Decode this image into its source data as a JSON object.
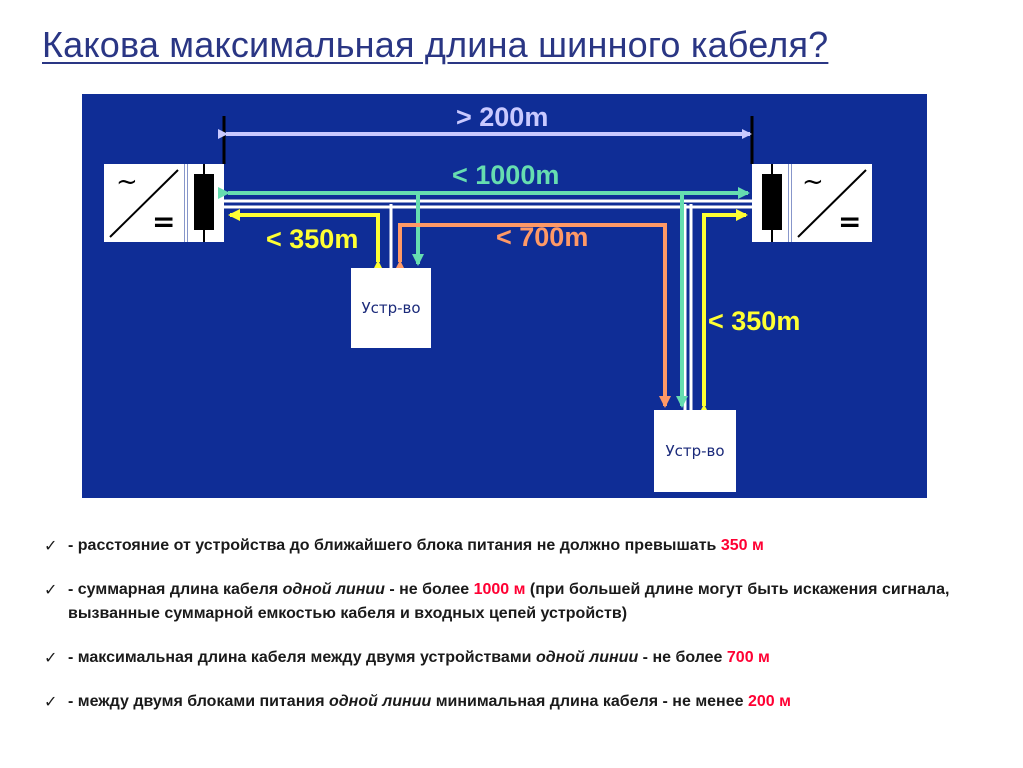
{
  "title": "Какова максимальная длина шинного кабеля?",
  "diagram": {
    "labels": {
      "psu_distance": "> 200m",
      "line_length": "< 1000m",
      "device_to_psu_left": "< 350m",
      "device_to_device": "< 700m",
      "device_to_psu_right": "< 350m"
    },
    "devices": [
      "Устр-во",
      "Устр-во"
    ],
    "psu_symbols": {
      "ac": "~",
      "dc": "="
    },
    "colors": {
      "background": "#0f2d96",
      "psu_bracket": "#c9c9ff",
      "line_bus": "#66ddb0",
      "device_psu": "#ffff33",
      "device_device": "#ff9966"
    }
  },
  "bullets": [
    {
      "check": "✓",
      "parts": [
        {
          "text": " - расстояние от устройства до ближайшего блока питания не должно превышать "
        },
        {
          "text": "350 м",
          "style": "red"
        }
      ]
    },
    {
      "check": "✓",
      "parts": [
        {
          "text": " - суммарная длина кабеля "
        },
        {
          "text": "одной линии",
          "style": "italic"
        },
        {
          "text": " - не более "
        },
        {
          "text": "1000 м",
          "style": "red"
        },
        {
          "text": " (при большей длине могут быть искажения сигнала, вызванные суммарной емкостью кабеля и входных цепей устройств)"
        }
      ]
    },
    {
      "check": "✓",
      "parts": [
        {
          "text": "- максимальная длина кабеля между двумя устройствами "
        },
        {
          "text": "одной линии",
          "style": "italic"
        },
        {
          "text": " - не более "
        },
        {
          "text": "700 м",
          "style": "red"
        }
      ]
    },
    {
      "check": "✓",
      "parts": [
        {
          "text": "- между двумя блоками питания "
        },
        {
          "text": "одной линии",
          "style": "italic"
        },
        {
          "text": " минимальная длина кабеля - не менее "
        },
        {
          "text": "200 м",
          "style": "red"
        }
      ]
    }
  ]
}
